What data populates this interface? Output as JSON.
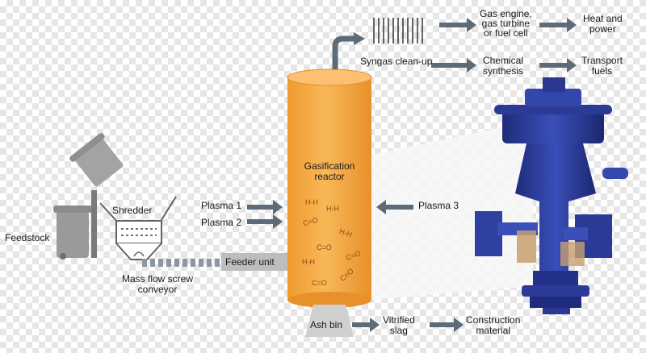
{
  "labels": {
    "feedstock": "Feedstock",
    "shredder": "Shredder",
    "mass_flow": "Mass flow screw\nconveyor",
    "feeder_unit": "Feeder unit",
    "plasma1": "Plasma 1",
    "plasma2": "Plasma 2",
    "plasma3": "Plasma 3",
    "reactor": "Gasification\nreactor",
    "ash_bin": "Ash bin",
    "vitrified_slag": "Vitrified\nslag",
    "construction_material": "Construction\nmaterial",
    "syngas_cleanup": "Syngas clean-up",
    "gas_engine": "Gas engine,\ngas turbine\nor fuel cell",
    "heat_power": "Heat and\npower",
    "chemical_synthesis": "Chemical\nsynthesis",
    "transport_fuels": "Transport\nfuels"
  },
  "molecules": [
    "H-H",
    "C=O",
    "H-H",
    "C=O",
    "H-H",
    "H-H",
    "C=O",
    "C=O",
    "C=O"
  ],
  "colors": {
    "reactor": "#f5a73f",
    "reactor_edge": "#e08f24",
    "arrow": "#5d6a77",
    "equipment": "#5f6368",
    "plant_blue": "#2f3f9a"
  }
}
